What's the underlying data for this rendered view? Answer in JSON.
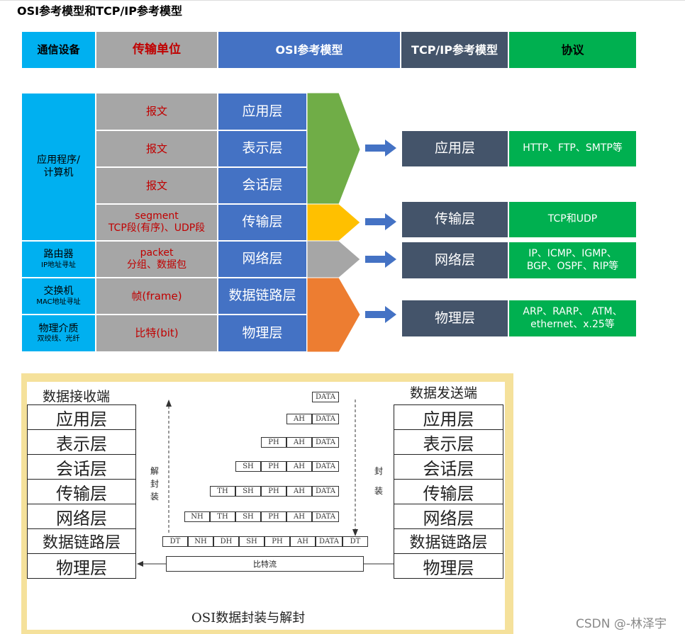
{
  "title": "OSI参考模型和TCP/IP参考模型",
  "headers": {
    "device": "通信设备",
    "unit": "传输单位",
    "osi": "OSI参考模型",
    "tcpip": "TCP/IP参考模型",
    "protocol": "协议"
  },
  "devices": [
    {
      "name": "应用程序/\n计算机",
      "sub": ""
    },
    {
      "name": "路由器",
      "sub": "IP地址寻址"
    },
    {
      "name": "交换机",
      "sub": "MAC地址寻址"
    },
    {
      "name": "物理介质",
      "sub": "双绞线、光纤"
    }
  ],
  "units": [
    "报文",
    "报文",
    "报文",
    "segment\nTCP段(有序)、UDP段",
    "packet\n分组、数据包",
    "帧(frame)",
    "比特(bit)"
  ],
  "osi_layers": [
    "应用层",
    "表示层",
    "会话层",
    "传输层",
    "网络层",
    "数据链路层",
    "物理层"
  ],
  "tcpip": [
    {
      "layer": "应用层",
      "protocol": "HTTP、FTP、SMTP等"
    },
    {
      "layer": "传输层",
      "protocol": "TCP和UDP"
    },
    {
      "layer": "网络层",
      "protocol": "IP、ICMP、IGMP、\nBGP、OSPF、RIP等"
    },
    {
      "layer": "物理层",
      "protocol": "ARP、RARP、 ATM、\nethernet、x.25等"
    }
  ],
  "encap": {
    "receiver_title": "数据接收端",
    "sender_title": "数据发送端",
    "receiver_layers": [
      "应用层",
      "表示层",
      "会话层",
      "传输层",
      "网络层",
      "数据链路层",
      "物理层"
    ],
    "sender_layers": [
      "应用层",
      "表示层",
      "会话层",
      "传输层",
      "网络层",
      "数据链路层",
      "物理层"
    ],
    "decap_label": "解\n封\n装",
    "encap_label": "封\n\n装",
    "rows": [
      [
        "DATA"
      ],
      [
        "AH",
        "DATA"
      ],
      [
        "PH",
        "AH",
        "DATA"
      ],
      [
        "SH",
        "PH",
        "AH",
        "DATA"
      ],
      [
        "TH",
        "SH",
        "PH",
        "AH",
        "DATA"
      ],
      [
        "NH",
        "TH",
        "SH",
        "PH",
        "AH",
        "DATA"
      ],
      [
        "DT",
        "NH",
        "DH",
        "SH",
        "PH",
        "AH",
        "DATA",
        "DT"
      ]
    ],
    "bitstream": "比特流",
    "caption": "OSI数据封装与解封"
  },
  "watermark": "CSDN @-林泽宇",
  "colors": {
    "cyan": "#00b0f0",
    "gray": "#a6a6a6",
    "blue": "#4472c4",
    "slate": "#44546a",
    "green": "#00b050",
    "arrow_green": "#70ad47",
    "arrow_yellow": "#ffc000",
    "arrow_gray": "#a6a6a6",
    "arrow_orange": "#ed7d31",
    "frame": "#f5e19b"
  }
}
